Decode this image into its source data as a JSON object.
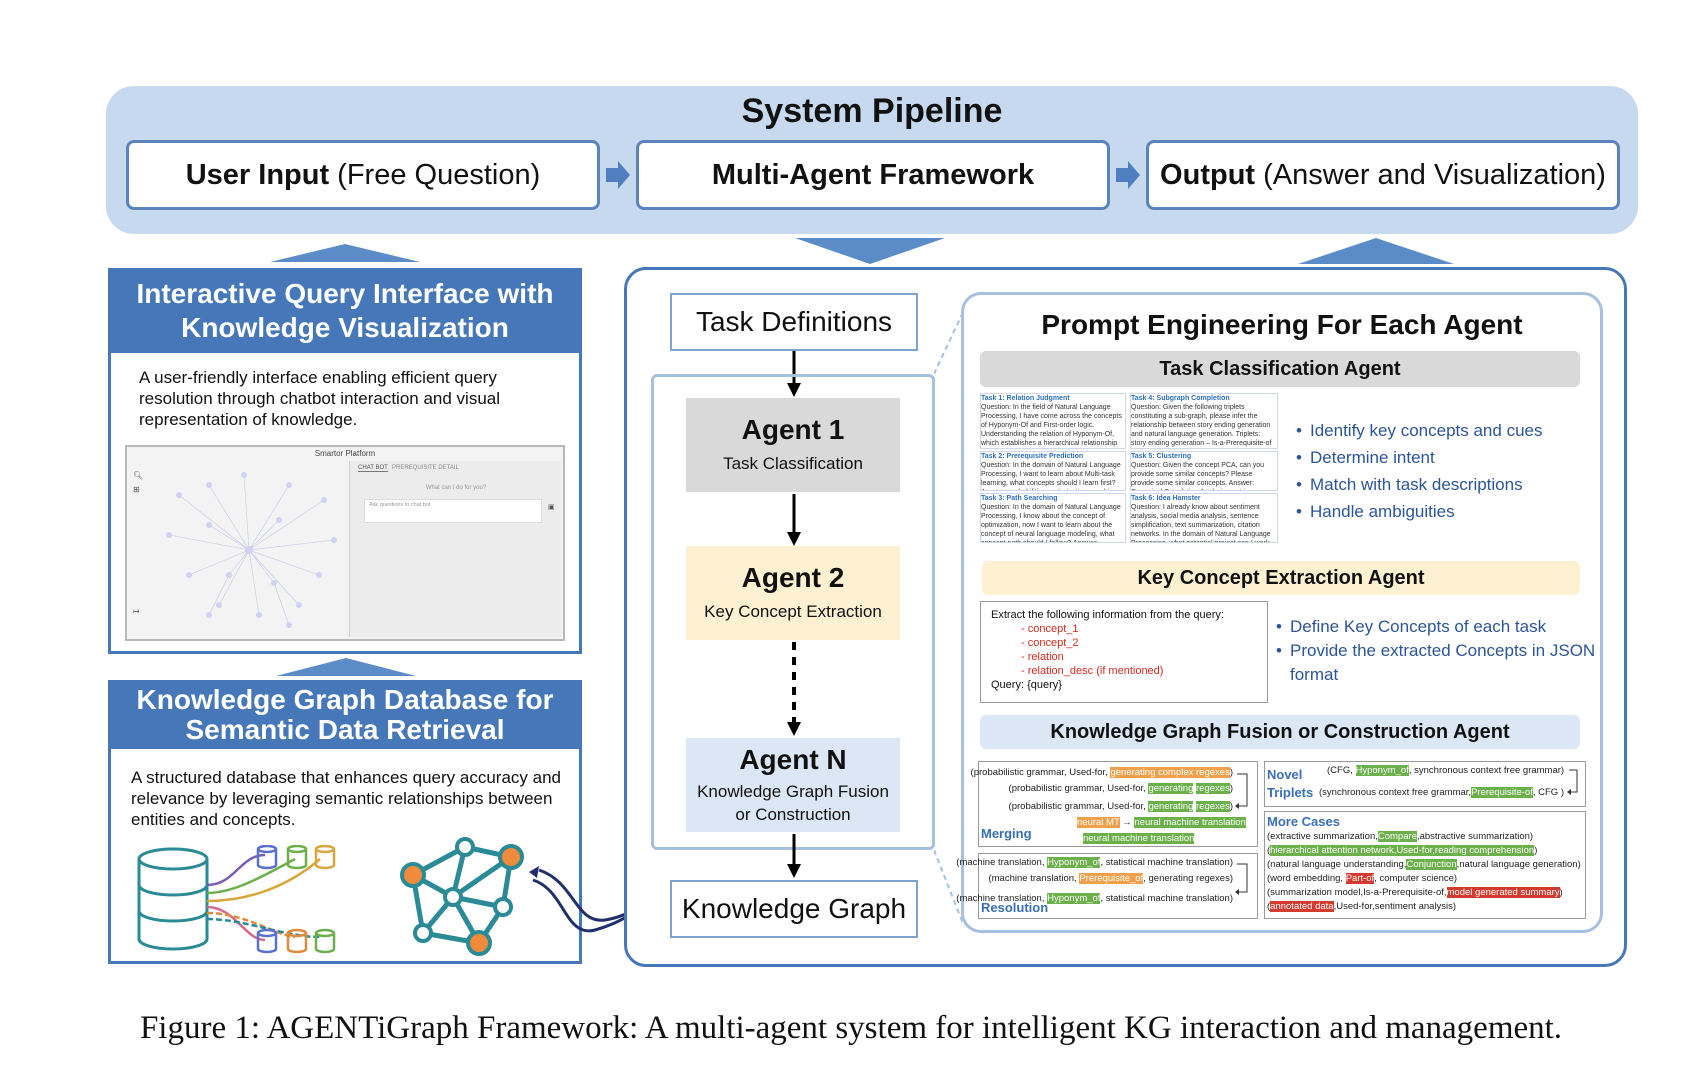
{
  "pipeline": {
    "title": "System Pipeline",
    "steps": [
      {
        "bold": "User Input",
        "rest": " (Free Question)"
      },
      {
        "bold": "Multi-Agent Framework",
        "rest": ""
      },
      {
        "bold": "Output",
        "rest": " (Answer and Visualization)"
      }
    ]
  },
  "left": {
    "interface": {
      "title_line1": "Interactive Query Interface with",
      "title_line2": "Knowledge Visualization",
      "desc": "A user-friendly interface enabling efficient query resolution through chatbot interaction and visual representation of knowledge.",
      "screenshot": {
        "title": "Smartor Platform",
        "tab1": "CHAT BOT",
        "tab2": "PREREQUISITE DETAIL",
        "prompt": "What can I do for you?",
        "placeholder": "Ask questions to chat bot"
      }
    },
    "database": {
      "title_line1": "Knowledge Graph Database for",
      "title_line2": "Semantic Data Retrieval",
      "desc": "A structured database that enhances query accuracy and relevance by leveraging semantic relationships between entities and concepts."
    }
  },
  "flow": {
    "task_definitions": "Task Definitions",
    "agents": [
      {
        "title": "Agent 1",
        "subtitle": "Task Classification",
        "color": "#d9d9d9"
      },
      {
        "title": "Agent 2",
        "subtitle": "Key Concept Extraction",
        "color": "#fdf1d2"
      },
      {
        "title": "Agent N",
        "subtitle_line1": "Knowledge Graph Fusion",
        "subtitle_line2": "or Construction",
        "color": "#dbe7f5"
      }
    ],
    "knowledge_graph": "Knowledge Graph"
  },
  "prompt": {
    "title": "Prompt Engineering For Each Agent",
    "sections": [
      {
        "title": "Task Classification Agent",
        "color": "#d9d9d9",
        "bullets": [
          "Identify key concepts and cues",
          "Determine intent",
          "Match with task descriptions",
          "Handle ambiguities"
        ],
        "cards": [
          {
            "h": "Task 1: Relation Judgment",
            "b": "Question: In the field of Natural Language Processing, I have come across the concepts of Hyponym-Of and First-order logic. Understanding the relation of Hyponym-Of, which establishes a hierarchical relationship where one entity is a more specific version or subtype of another, would it be accurate to say that First-order logic is a hyponym of Natural language processing? Answer: No Evaluation: Accuracy"
          },
          {
            "h": "Task 4: Subgraph Completion",
            "b": "Question: Given the following triplets constituting a sub-graph, please infer the relationship between story ending generation and natural language generation. Triplets: story ending generation – Is-a-Prerequisite-of – sentiment control, sentence generation – Is-a-Prerequisite-of – NLG. Relationship Types: Compare, Part-of, Hyponym-Of. Answer: Hyponym-Of Evaluation: Accuracy"
          },
          {
            "h": "Task 2: Prerequisite Prediction",
            "b": "Question: In the domain of Natural Language Processing, I want to learn about Multi-task learning, what concepts should I learn first? Answer: probabilities, optimization, machine learning resources, loss function Evaluation: Similarity Score"
          },
          {
            "h": "Task 5: Clustering",
            "b": "Question: Given the concept PCA, can you provide some similar concepts? Please provide some similar concepts. Answer: Canonical Correlation Analysis, matrix factorization, linear discriminant analysis, singular value decomposition Evaluation: Hit Rate"
          },
          {
            "h": "Task 3: Path Searching",
            "b": "Question: In the domain of Natural Language Processing, I know about the concept of optimization, now I want to learn about the concept of neural language modeling, what concept path should I follow? Answer: optimization, machine learning resources, semi-supervised learning, neural networks, neural language modeling Evaluation: Similarity Score"
          },
          {
            "h": "Task 6: Idea Hamster",
            "b": "Question: I already know about sentiment analysis, social media analysis, sentence simplification, text summarization, citation networks. In the domain of Natural Language Processing, what potential project can I work on? Give me a possible idea. Show me the title and project description. Answer: (open ended)"
          }
        ]
      },
      {
        "title": "Key Concept Extraction Agent",
        "color": "#fdf1d2",
        "bullets": [
          "Define Key Concepts of each task",
          "Provide the extracted Concepts in JSON",
          "format"
        ],
        "extract_intro": "Extract the following information from the query:",
        "extract_items": [
          "- concept_1",
          "- concept_2",
          "- relation",
          "- relation_desc (if mentioned)"
        ],
        "extract_query": "Query: {query}"
      },
      {
        "title": "Knowledge Graph Fusion or Construction Agent",
        "color": "#dbe7f5",
        "merging": {
          "label": "Merging",
          "l1": [
            "(probabilistic grammar, Used-for, ",
            "generating complex regexes",
            ")"
          ],
          "l2": [
            "(probabilistic grammar, Used-for, ",
            "generating",
            " ",
            "regexes",
            ")"
          ],
          "l3": [
            "(probabilistic grammar, Used-for, ",
            "generating",
            " ",
            "regexes",
            ")"
          ],
          "l4a": "neural MT",
          "l4b": "neural machine translation",
          "l5": "neural machine translation"
        },
        "resolution": {
          "label": "Resolution",
          "l1": [
            "(machine translation, ",
            "Hyponym_of",
            ", statistical machine translation)"
          ],
          "l2": [
            "(machine translation, ",
            "Prerequisite_of",
            ", generating regexes)"
          ],
          "l3": [
            "(machine translation, ",
            "Hyponym_of",
            ", statistical machine translation)"
          ]
        },
        "novel": {
          "label1": "Novel",
          "label2": "Triplets",
          "l1": [
            "(CFG, ",
            "Hyponym_of",
            ", synchronous context free grammar)"
          ],
          "l2": [
            "(synchronous context free grammar,",
            "Prerequisite-of",
            ", CFG )"
          ]
        },
        "more_cases": {
          "label": "More Cases",
          "l1": [
            "(extractive summarization,",
            "Compare",
            ",abstractive summarization)"
          ],
          "l2": [
            "(",
            "hierarchical attention network,Used-for,reading comprehension",
            ")"
          ],
          "l3": [
            "(natural language understanding,",
            "Conjunction",
            ",natural language generation)"
          ],
          "l4": [
            "(word embedding, ",
            "Part-of",
            ", computer science)"
          ],
          "l5": [
            "(summarization model,Is-a-Prerequisite-of,",
            "model generated summary",
            ")"
          ],
          "l6": [
            "(",
            "annotated data",
            ",Used-for,sentiment analysis)"
          ]
        }
      }
    ]
  },
  "caption": "Figure 1: AGENTiGraph Framework: A multi-agent system for intelligent KG interaction and management.",
  "colors": {
    "accent": "#4677b9",
    "banner": "#c6d9ee",
    "arrow": "#4f7fc0",
    "orange": "#f0a04b",
    "green": "#6bb04b",
    "red": "#d53a2e",
    "teal": "#2a8a96"
  }
}
